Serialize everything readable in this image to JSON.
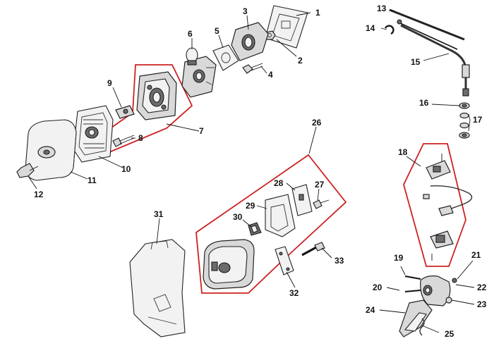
{
  "colors": {
    "group_outline": "#cc2222",
    "line": "#111111",
    "fill": "#d9d9d9"
  },
  "callouts": {
    "c1": "1",
    "c2": "2",
    "c3": "3",
    "c4": "4",
    "c5": "5",
    "c6": "6",
    "c7": "7",
    "c8": "8",
    "c9": "9",
    "c10": "10",
    "c11": "11",
    "c12": "12",
    "c13": "13",
    "c14": "14",
    "c15": "15",
    "c16": "16",
    "c17": "17",
    "c18": "18",
    "c19": "19",
    "c20": "20",
    "c21": "21",
    "c22": "22",
    "c23": "23",
    "c24": "24",
    "c25": "25",
    "c26": "26",
    "c27": "27",
    "c28": "28",
    "c29": "29",
    "c30": "30",
    "c31": "31",
    "c32": "32",
    "c33": "33"
  }
}
